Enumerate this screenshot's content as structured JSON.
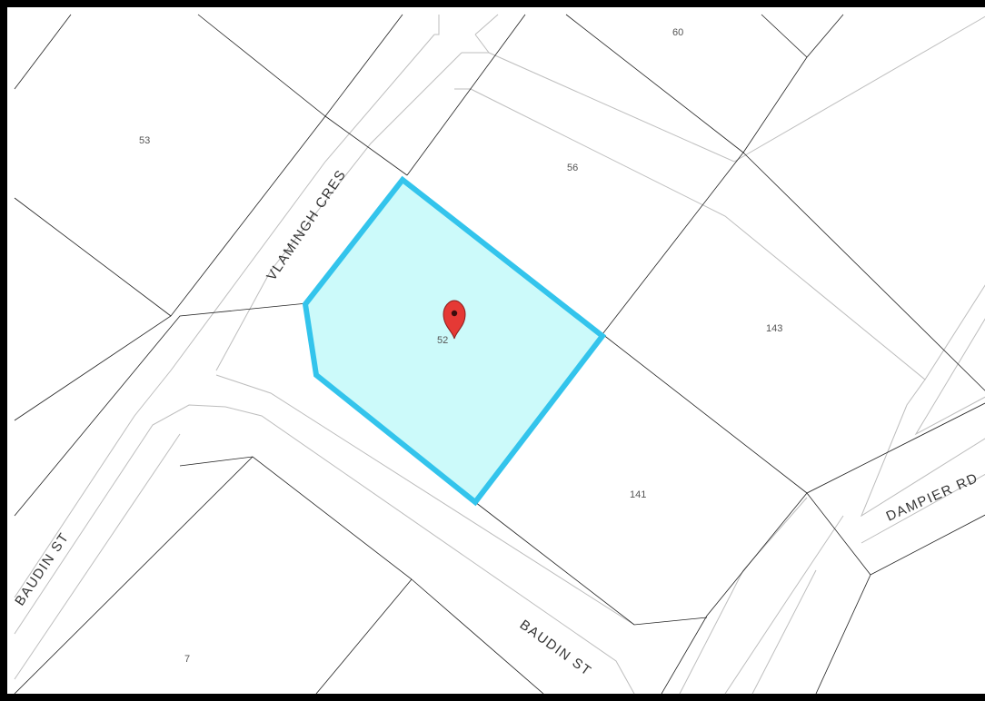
{
  "map": {
    "colors": {
      "background": "#ffffff",
      "parcel_line": "#222222",
      "road_line": "#bdbdbd",
      "highlight_fill": "#ccfafa",
      "highlight_stroke": "#33c4ec",
      "marker": "#e53935"
    },
    "selected_parcel": {
      "lot": "52"
    },
    "lot_labels": [
      "53",
      "56",
      "60",
      "52",
      "143",
      "141",
      "7"
    ],
    "streets": [
      "VLAMINGH CRES",
      "BAUDIN ST",
      "BAUDIN ST",
      "DAMPIER RD"
    ],
    "marker": {
      "icon": "map-pin-icon"
    }
  }
}
